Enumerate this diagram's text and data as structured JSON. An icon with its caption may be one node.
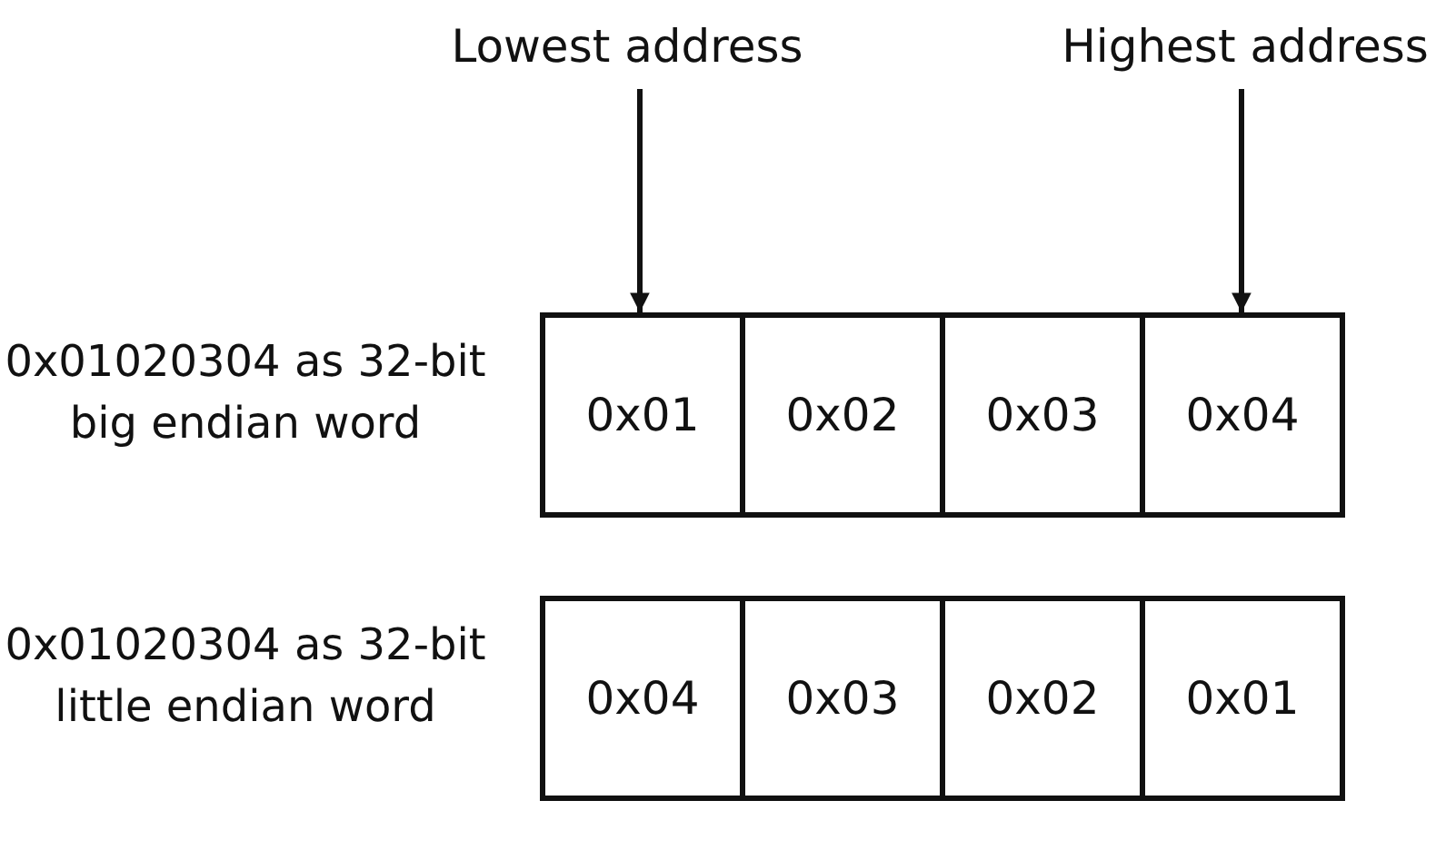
{
  "diagram": {
    "nodes": [
      {
        "text": [
          "Lowest address"
        ]
      },
      {
        "text": [
          "Highest address"
        ]
      },
      {
        "text": [
          "0x01"
        ]
      },
      {
        "text": [
          "0x02"
        ]
      },
      {
        "text": [
          "0x03"
        ]
      },
      {
        "text": [
          "0x04"
        ]
      },
      {
        "text": [
          "0x04"
        ]
      },
      {
        "text": [
          "0x03"
        ]
      },
      {
        "text": [
          "0x02"
        ]
      },
      {
        "text": [
          "0x01"
        ]
      }
    ],
    "edges": [
      {
        "from": 0,
        "to": 2,
        "arrow": "to"
      },
      {
        "from": 1,
        "to": 5,
        "arrow": "to"
      }
    ],
    "labels": [
      "0x01020304 as 32-bit big endian word",
      "0x01020304 as 32-bit little endian word"
    ]
  }
}
